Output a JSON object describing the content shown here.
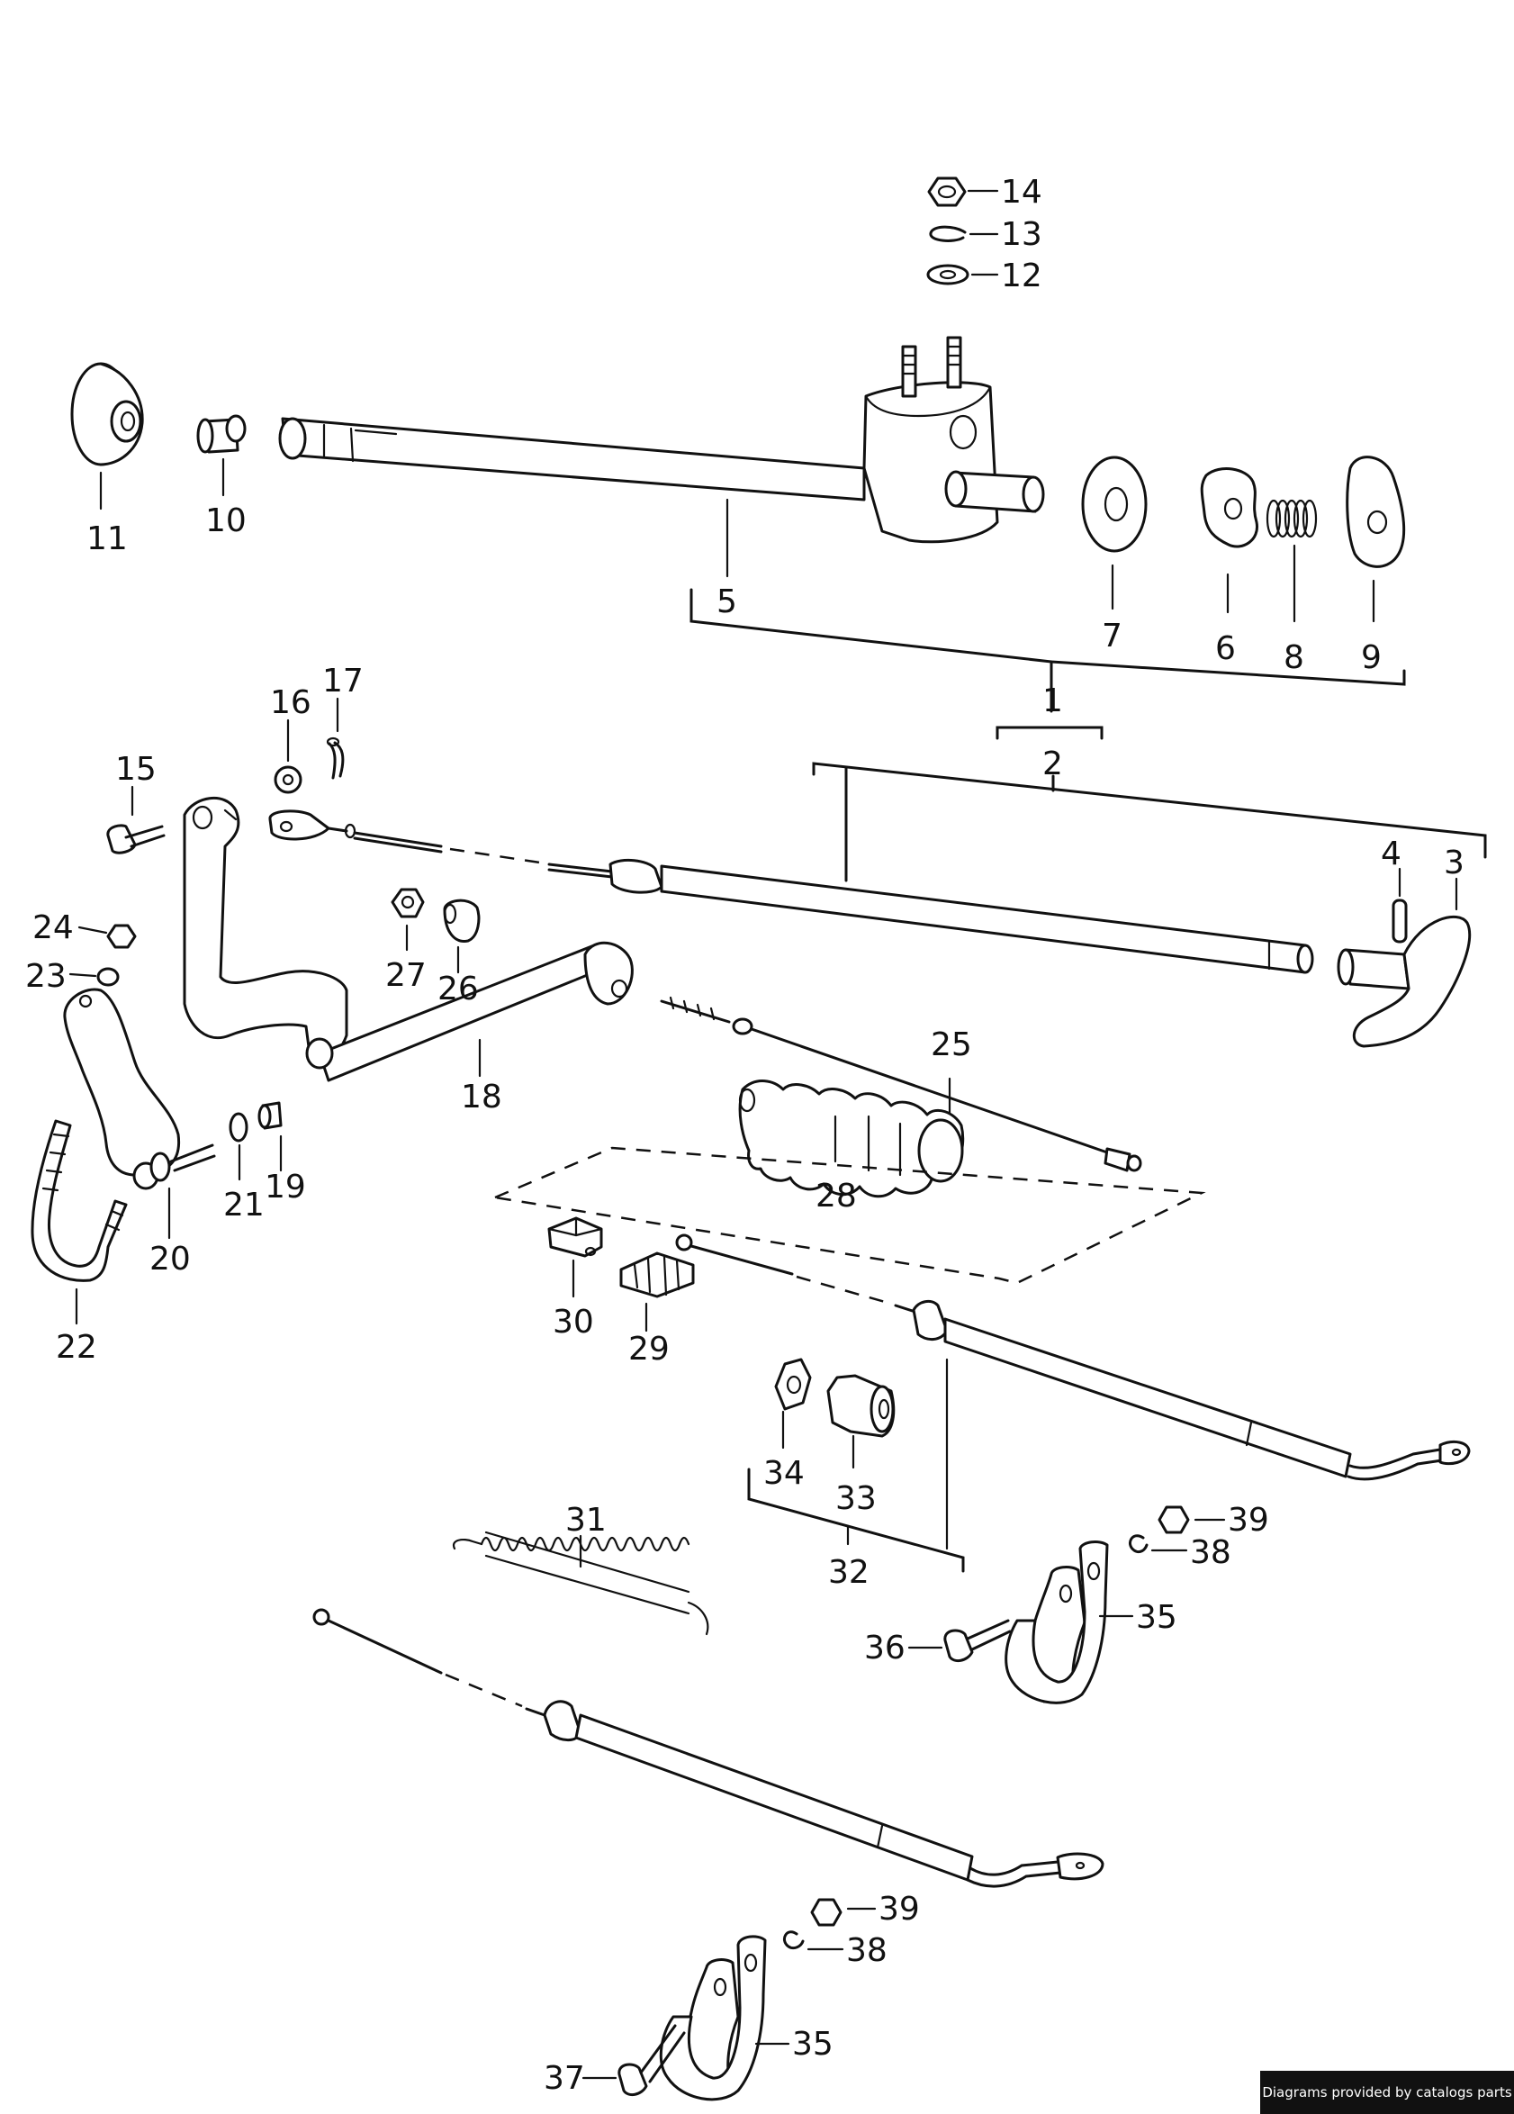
{
  "diagram": {
    "callouts": [
      {
        "id": "14",
        "label": "14"
      },
      {
        "id": "13",
        "label": "13"
      },
      {
        "id": "12",
        "label": "12"
      },
      {
        "id": "11",
        "label": "11"
      },
      {
        "id": "10",
        "label": "10"
      },
      {
        "id": "5",
        "label": "5"
      },
      {
        "id": "7",
        "label": "7"
      },
      {
        "id": "6",
        "label": "6"
      },
      {
        "id": "8",
        "label": "8"
      },
      {
        "id": "9",
        "label": "9"
      },
      {
        "id": "1",
        "label": "1"
      },
      {
        "id": "2",
        "label": "2"
      },
      {
        "id": "16",
        "label": "16"
      },
      {
        "id": "17",
        "label": "17"
      },
      {
        "id": "15",
        "label": "15"
      },
      {
        "id": "4",
        "label": "4"
      },
      {
        "id": "3",
        "label": "3"
      },
      {
        "id": "24",
        "label": "24"
      },
      {
        "id": "23",
        "label": "23"
      },
      {
        "id": "27",
        "label": "27"
      },
      {
        "id": "26",
        "label": "26"
      },
      {
        "id": "25",
        "label": "25"
      },
      {
        "id": "18",
        "label": "18"
      },
      {
        "id": "21",
        "label": "21"
      },
      {
        "id": "19",
        "label": "19"
      },
      {
        "id": "20",
        "label": "20"
      },
      {
        "id": "28",
        "label": "28"
      },
      {
        "id": "22",
        "label": "22"
      },
      {
        "id": "30",
        "label": "30"
      },
      {
        "id": "29",
        "label": "29"
      },
      {
        "id": "34",
        "label": "34"
      },
      {
        "id": "33",
        "label": "33"
      },
      {
        "id": "32",
        "label": "32"
      },
      {
        "id": "31",
        "label": "31"
      },
      {
        "id": "39a",
        "label": "39"
      },
      {
        "id": "38a",
        "label": "38"
      },
      {
        "id": "35a",
        "label": "35"
      },
      {
        "id": "36",
        "label": "36"
      },
      {
        "id": "39b",
        "label": "39"
      },
      {
        "id": "38b",
        "label": "38"
      },
      {
        "id": "35b",
        "label": "35"
      },
      {
        "id": "37",
        "label": "37"
      }
    ]
  },
  "footer": {
    "credit": "Diagrams provided by catalogs parts"
  }
}
